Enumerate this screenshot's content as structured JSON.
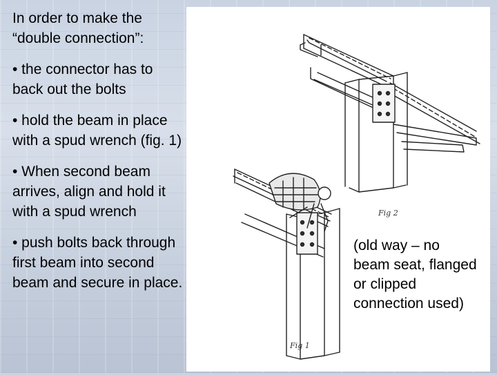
{
  "slide": {
    "paragraphs": [
      "In order to make the “double connection”:",
      "• the connector has to back out the bolts",
      "• hold the beam in place with a spud wrench (fig. 1)",
      "• When second beam arrives, align and hold it with a spud wrench",
      "• push bolts back through first beam into second beam and secure in place."
    ],
    "caption": "(old way – no beam seat, flanged or clipped connection used)"
  },
  "figure": {
    "label_top": "Fig 2",
    "label_bottom": "Fig 1"
  }
}
